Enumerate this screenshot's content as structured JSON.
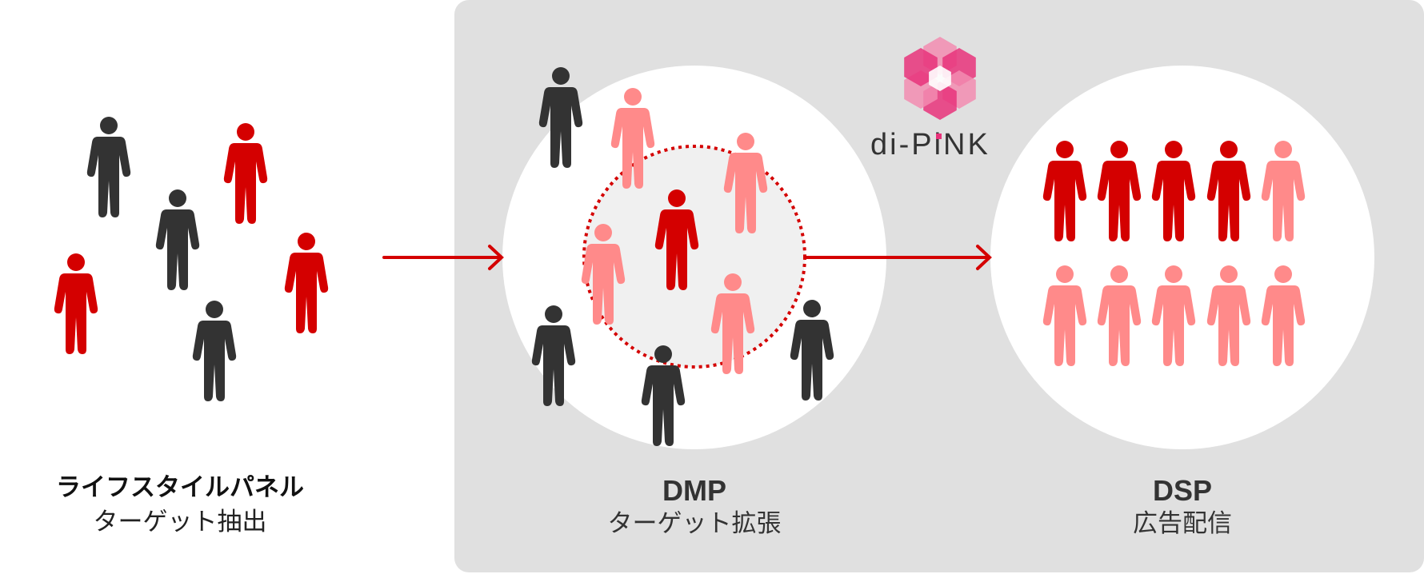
{
  "colors": {
    "panel_bg": "#e0e0e0",
    "circle_bg": "#ffffff",
    "inner_circle_bg": "#f0f0f0",
    "accent_red": "#d40000",
    "dark_person": "#333333",
    "red_person": "#d40000",
    "pink_person": "#ff8a8a",
    "logo_pink_dark": "#e8327a",
    "logo_pink_light": "#f28cb0",
    "logo_text": "#333333",
    "logo_dot": "#e8327a"
  },
  "logo": {
    "name": "di-PiNK",
    "text_parts": [
      "di",
      "-",
      "P",
      "i",
      "NK"
    ],
    "icon": "hexagon-flower-logo-icon"
  },
  "sections": [
    {
      "id": "lifestyle-panel",
      "title": "ライフスタイルパネル",
      "subtitle": "ターゲット抽出",
      "people": [
        {
          "type": "dark"
        },
        {
          "type": "red"
        },
        {
          "type": "dark"
        },
        {
          "type": "red"
        },
        {
          "type": "red"
        },
        {
          "type": "dark"
        }
      ]
    },
    {
      "id": "dmp",
      "title": "DMP",
      "subtitle": "ターゲット拡張",
      "people": [
        {
          "type": "dark"
        },
        {
          "type": "pink"
        },
        {
          "type": "pink"
        },
        {
          "type": "red"
        },
        {
          "type": "pink"
        },
        {
          "type": "pink"
        },
        {
          "type": "dark"
        },
        {
          "type": "dark"
        },
        {
          "type": "dark"
        }
      ]
    },
    {
      "id": "dsp",
      "title": "DSP",
      "subtitle": "広告配信",
      "people": [
        {
          "type": "red"
        },
        {
          "type": "red"
        },
        {
          "type": "red"
        },
        {
          "type": "red"
        },
        {
          "type": "pink"
        },
        {
          "type": "pink"
        },
        {
          "type": "pink"
        },
        {
          "type": "pink"
        },
        {
          "type": "pink"
        },
        {
          "type": "pink"
        }
      ]
    }
  ],
  "flow": [
    {
      "from": "lifestyle-panel",
      "to": "dmp",
      "icon": "arrow-right-icon"
    },
    {
      "from": "dmp",
      "to": "dsp",
      "icon": "arrow-right-icon"
    }
  ]
}
